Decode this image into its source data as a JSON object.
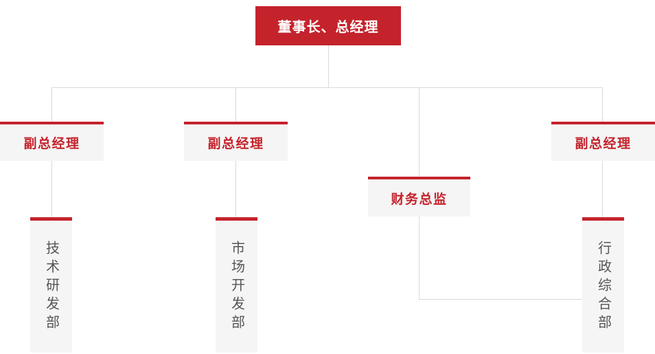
{
  "diagram": {
    "type": "org-chart",
    "root": {
      "label": "董事长、总经理"
    },
    "level2": [
      {
        "id": "vp-left",
        "label": "副总经理"
      },
      {
        "id": "vp-mid",
        "label": "副总经理"
      },
      {
        "id": "cfo",
        "label": "财务总监"
      },
      {
        "id": "vp-right",
        "label": "副总经理"
      }
    ],
    "departments": [
      {
        "id": "tech-rd",
        "label": "技术研发部"
      },
      {
        "id": "market-dev",
        "label": "市场开发部"
      },
      {
        "id": "admin-general",
        "label": "行政综合部"
      }
    ]
  },
  "colors": {
    "brand_red": "#c4232c",
    "box_bg": "#f5f5f5",
    "line_color": "#d9d9d9",
    "dept_text": "#555555",
    "root_text": "#ffffff"
  }
}
